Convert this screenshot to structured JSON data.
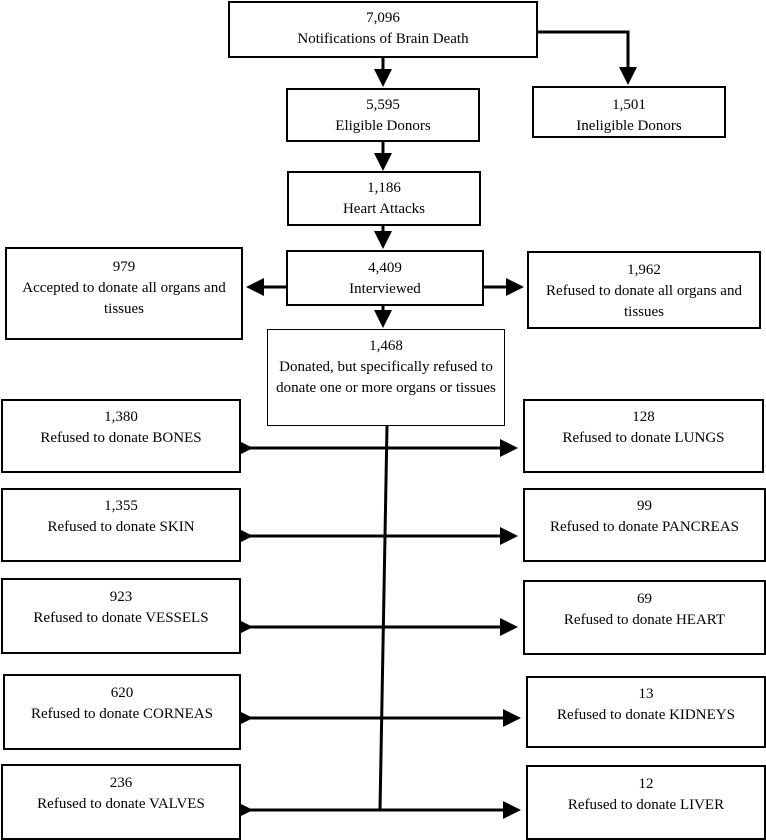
{
  "boxes": {
    "notifications": {
      "num": "7,096",
      "label": "Notifications of Brain Death"
    },
    "eligible": {
      "num": "5,595",
      "label": "Eligible Donors"
    },
    "ineligible": {
      "num": "1,501",
      "label": "Ineligible Donors"
    },
    "heart_attacks": {
      "num": "1,186",
      "label": "Heart Attacks"
    },
    "interviewed": {
      "num": "4,409",
      "label": "Interviewed"
    },
    "accepted": {
      "num": "979",
      "label": "Accepted to donate all organs and tissues"
    },
    "refused_all": {
      "num": "1,962",
      "label": "Refused to donate all organs and tissues"
    },
    "donated_partial": {
      "num": "1,468",
      "label": "Donated, but specifically refused to donate one or more organs or tissues"
    },
    "bones": {
      "num": "1,380",
      "label": "Refused to donate BONES"
    },
    "skin": {
      "num": "1,355",
      "label": "Refused to donate SKIN"
    },
    "vessels": {
      "num": "923",
      "label": "Refused to donate VESSELS"
    },
    "corneas": {
      "num": "620",
      "label": "Refused to donate CORNEAS"
    },
    "valves": {
      "num": "236",
      "label": "Refused to donate VALVES"
    },
    "lungs": {
      "num": "128",
      "label": "Refused to donate LUNGS"
    },
    "pancreas": {
      "num": "99",
      "label": "Refused to donate PANCREAS"
    },
    "heart": {
      "num": "69",
      "label": "Refused to donate HEART"
    },
    "kidneys": {
      "num": "13",
      "label": "Refused to donate KIDNEYS"
    },
    "liver": {
      "num": "12",
      "label": "Refused to donate LIVER"
    }
  }
}
